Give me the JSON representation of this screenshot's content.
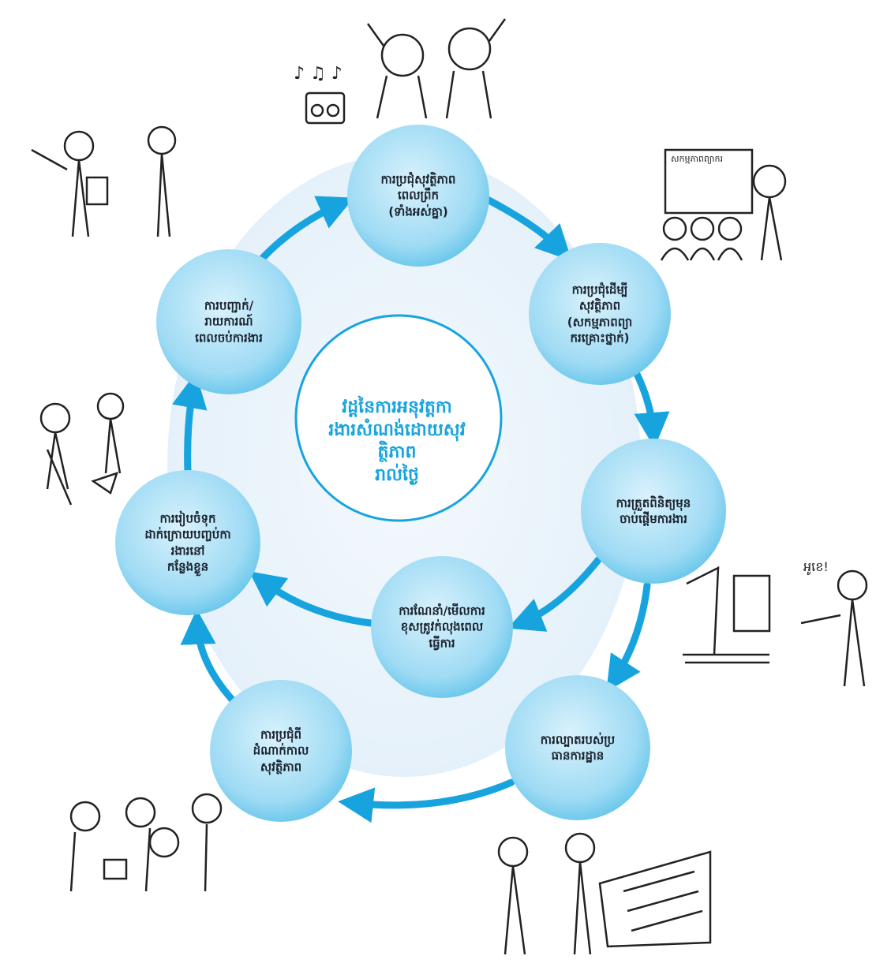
{
  "center": {
    "lines": [
      "វដ្តនៃការអនុវត្តកា",
      "រងារសំណង់ដោយសុវ",
      "ត្ថិភាព",
      "រាល់ថ្ងៃ"
    ]
  },
  "nodes": [
    {
      "id": "morning-meeting",
      "lines": [
        "ការប្រជុំសុវត្ថិភាព",
        "ពេលព្រឹក",
        "(ទាំងអស់គ្នា)"
      ]
    },
    {
      "id": "safety-meeting",
      "lines": [
        "ការប្រជុំដើម្បី",
        "សុវត្ថិភាព",
        "(សកម្មភាពព្យា",
        "ករគ្រោះថ្នាក់)"
      ]
    },
    {
      "id": "pre-work-check",
      "lines": [
        "ការត្រួតពិនិត្យមុន",
        "ចាប់ផ្តើមការងារ"
      ]
    },
    {
      "id": "site-patrol",
      "lines": [
        "ការល្បាតរបស់ប្រ",
        "ធានការដ្ឋាន"
      ]
    },
    {
      "id": "guidance",
      "lines": [
        "ការណែនាំ/មើលការ",
        "ខុសត្រូវក់លុងពេល",
        "ធ្វើការ"
      ]
    },
    {
      "id": "midday-meeting",
      "lines": [
        "ការប្រជុំពី",
        "ដំណាក់កាល",
        "សុវត្ថិភាព"
      ]
    },
    {
      "id": "cleanup",
      "lines": [
        "ការរៀបចំទុក",
        "ដាក់ក្រោយបញ្ចប់កា",
        "រងារនៅ",
        "កន្លែងខ្លួន"
      ]
    },
    {
      "id": "end-report",
      "lines": [
        "ការបញ្ជាក់/",
        "រាយការណ៍",
        "ពេលចប់ការងារ"
      ]
    }
  ],
  "speech": {
    "text": "អូខេ!"
  },
  "colors": {
    "accent": "#17a4de",
    "node_light": "#d6f0fb",
    "node_dark": "#5ec4ec",
    "ring_fill": "#eaf5fc"
  }
}
